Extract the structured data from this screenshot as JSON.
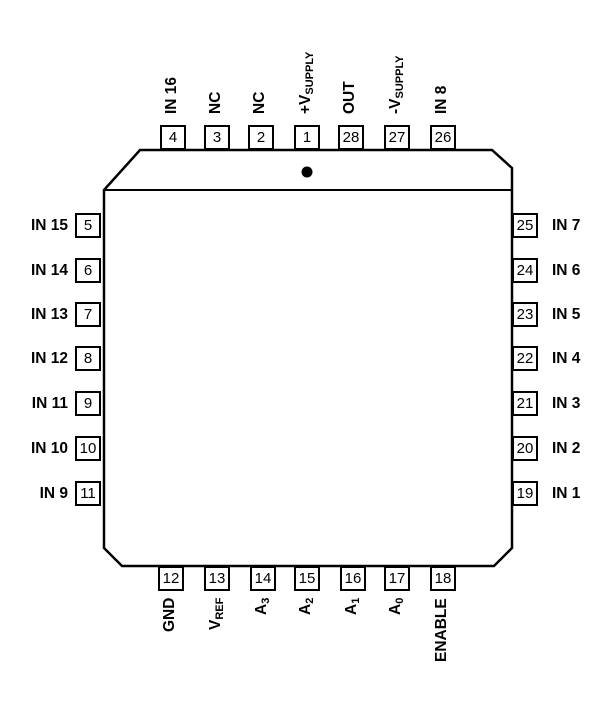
{
  "package": {
    "pins": [
      {
        "num": "4",
        "label": "IN 16"
      },
      {
        "num": "3",
        "label": "NC"
      },
      {
        "num": "2",
        "label": "NC"
      },
      {
        "num": "1",
        "label": "+V",
        "sub": "SUPPLY"
      },
      {
        "num": "28",
        "label": "OUT"
      },
      {
        "num": "27",
        "label": "-V",
        "sub": "SUPPLY"
      },
      {
        "num": "26",
        "label": "IN 8"
      },
      {
        "num": "5",
        "label": "IN 15"
      },
      {
        "num": "6",
        "label": "IN 14"
      },
      {
        "num": "7",
        "label": "IN 13"
      },
      {
        "num": "8",
        "label": "IN 12"
      },
      {
        "num": "9",
        "label": "IN 11"
      },
      {
        "num": "10",
        "label": "IN 10"
      },
      {
        "num": "11",
        "label": "IN 9"
      },
      {
        "num": "25",
        "label": "IN 7"
      },
      {
        "num": "24",
        "label": "IN 6"
      },
      {
        "num": "23",
        "label": "IN 5"
      },
      {
        "num": "22",
        "label": "IN 4"
      },
      {
        "num": "21",
        "label": "IN 3"
      },
      {
        "num": "20",
        "label": "IN 2"
      },
      {
        "num": "19",
        "label": "IN 1"
      },
      {
        "num": "12",
        "label": "GND"
      },
      {
        "num": "13",
        "label": "V",
        "sub": "REF"
      },
      {
        "num": "14",
        "label": "A",
        "sub": "3"
      },
      {
        "num": "15",
        "label": "A",
        "sub": "2"
      },
      {
        "num": "16",
        "label": "A",
        "sub": "1"
      },
      {
        "num": "17",
        "label": "A",
        "sub": "0"
      },
      {
        "num": "18",
        "label": "ENABLE"
      }
    ]
  }
}
